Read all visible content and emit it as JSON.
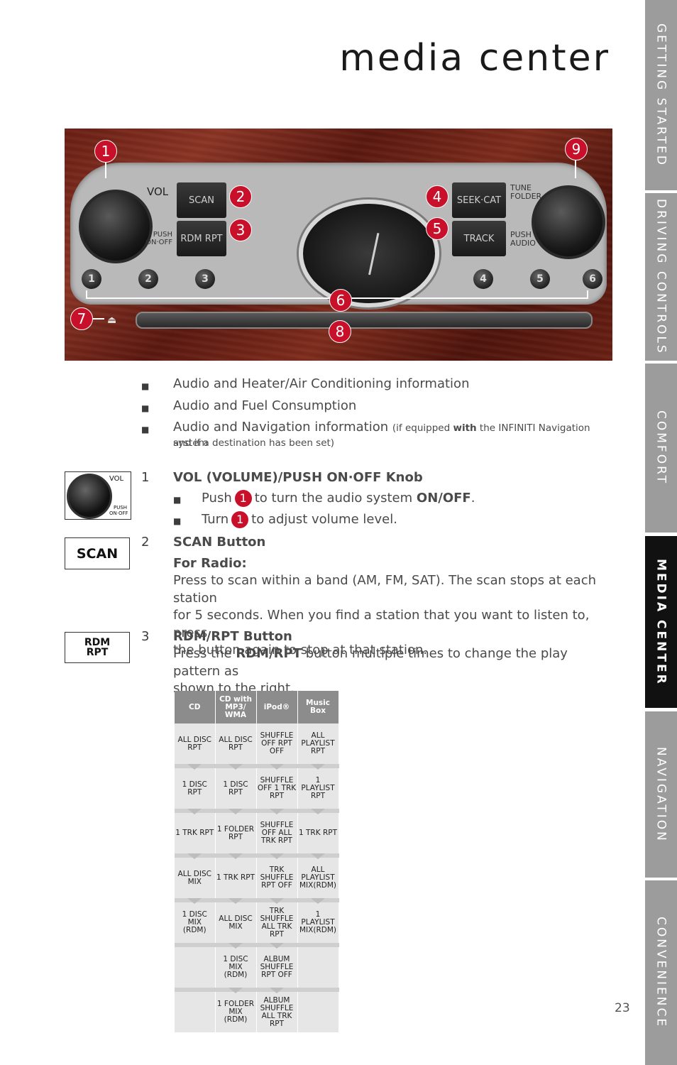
{
  "title": "media center",
  "side_tabs": [
    {
      "label": "GETTING STARTED",
      "active": false
    },
    {
      "label": "DRIVING CONTROLS",
      "active": false
    },
    {
      "label": "COMFORT",
      "active": false
    },
    {
      "label": "MEDIA CENTER",
      "active": true
    },
    {
      "label": "NAVIGATION",
      "active": false
    },
    {
      "label": "CONVENIENCE",
      "active": false
    }
  ],
  "photo": {
    "labels": {
      "vol": "VOL",
      "push_on_off": "PUSH ON·OFF",
      "scan": "SCAN",
      "rdm_rpt": "RDM RPT",
      "seek_cat": "SEEK·CAT",
      "track": "TRACK",
      "tune_folder": "TUNE FOLDER",
      "push_audio": "PUSH AUDIO"
    },
    "presets": [
      "1",
      "2",
      "3",
      "4",
      "5",
      "6"
    ],
    "callouts": [
      "1",
      "2",
      "3",
      "4",
      "5",
      "6",
      "7",
      "8",
      "9"
    ]
  },
  "bullets": [
    {
      "text": "Audio and Heater/Air Conditioning information"
    },
    {
      "text": "Audio and Fuel Consumption"
    },
    {
      "text": "Audio and Navigation information",
      "note_pre": "(if equipped ",
      "note_bold": "with",
      "note_post": " the INFINITI Navigation system",
      "note_line2": "and if a destination has been set)"
    }
  ],
  "items": [
    {
      "number": "1",
      "heading": "VOL (VOLUME)/PUSH ON·OFF Knob",
      "icon": {
        "vol": "VOL",
        "push": "PUSH",
        "onoff": "ON·OFF"
      },
      "sub": [
        {
          "pre": "Push",
          "callout": "1",
          "mid": "to turn the audio system",
          "bold": "ON/OFF",
          "post": "."
        },
        {
          "pre": "Turn",
          "callout": "1",
          "mid": "to adjust volume level."
        }
      ]
    },
    {
      "number": "2",
      "heading": "SCAN Button",
      "icon": "SCAN",
      "subheading": "For Radio:",
      "lines": [
        "Press to scan within a band (AM, FM, SAT). The scan stops at each station",
        "for 5 seconds. When you find a station that you want to listen to, press",
        "the button again to stop at that station."
      ]
    },
    {
      "number": "3",
      "heading": "RDM/RPT Button",
      "icon_line1": "RDM",
      "icon_line2": "RPT",
      "line1_pre": "Press the",
      "line1_bold": "RDM/RPT",
      "line1_post": "button multiple times to change the play pattern as",
      "line2": "shown to the right."
    }
  ],
  "play_table": {
    "headers": [
      "CD",
      "CD with MP3/ WMA",
      "iPod®",
      "Music Box"
    ],
    "rows": [
      [
        "ALL DISC RPT",
        "ALL DISC RPT",
        "SHUFFLE OFF RPT OFF",
        "ALL PLAYLIST RPT"
      ],
      [
        "1 DISC RPT",
        "1 DISC RPT",
        "SHUFFLE OFF 1 TRK RPT",
        "1 PLAYLIST RPT"
      ],
      [
        "1 TRK RPT",
        "1 FOLDER RPT",
        "SHUFFLE OFF ALL TRK RPT",
        "1 TRK RPT"
      ],
      [
        "ALL DISC MIX",
        "1 TRK RPT",
        "TRK SHUFFLE RPT OFF",
        "ALL PLAYLIST MIX(RDM)"
      ],
      [
        "1 DISC MIX (RDM)",
        "ALL DISC MIX",
        "TRK SHUFFLE ALL TRK RPT",
        "1 PLAYLIST MIX(RDM)"
      ],
      [
        "",
        "1 DISC MIX (RDM)",
        "ALBUM SHUFFLE RPT OFF",
        ""
      ],
      [
        "",
        "1 FOLDER MIX (RDM)",
        "ALBUM SHUFFLE ALL TRK RPT",
        ""
      ]
    ]
  },
  "page_number": "23"
}
